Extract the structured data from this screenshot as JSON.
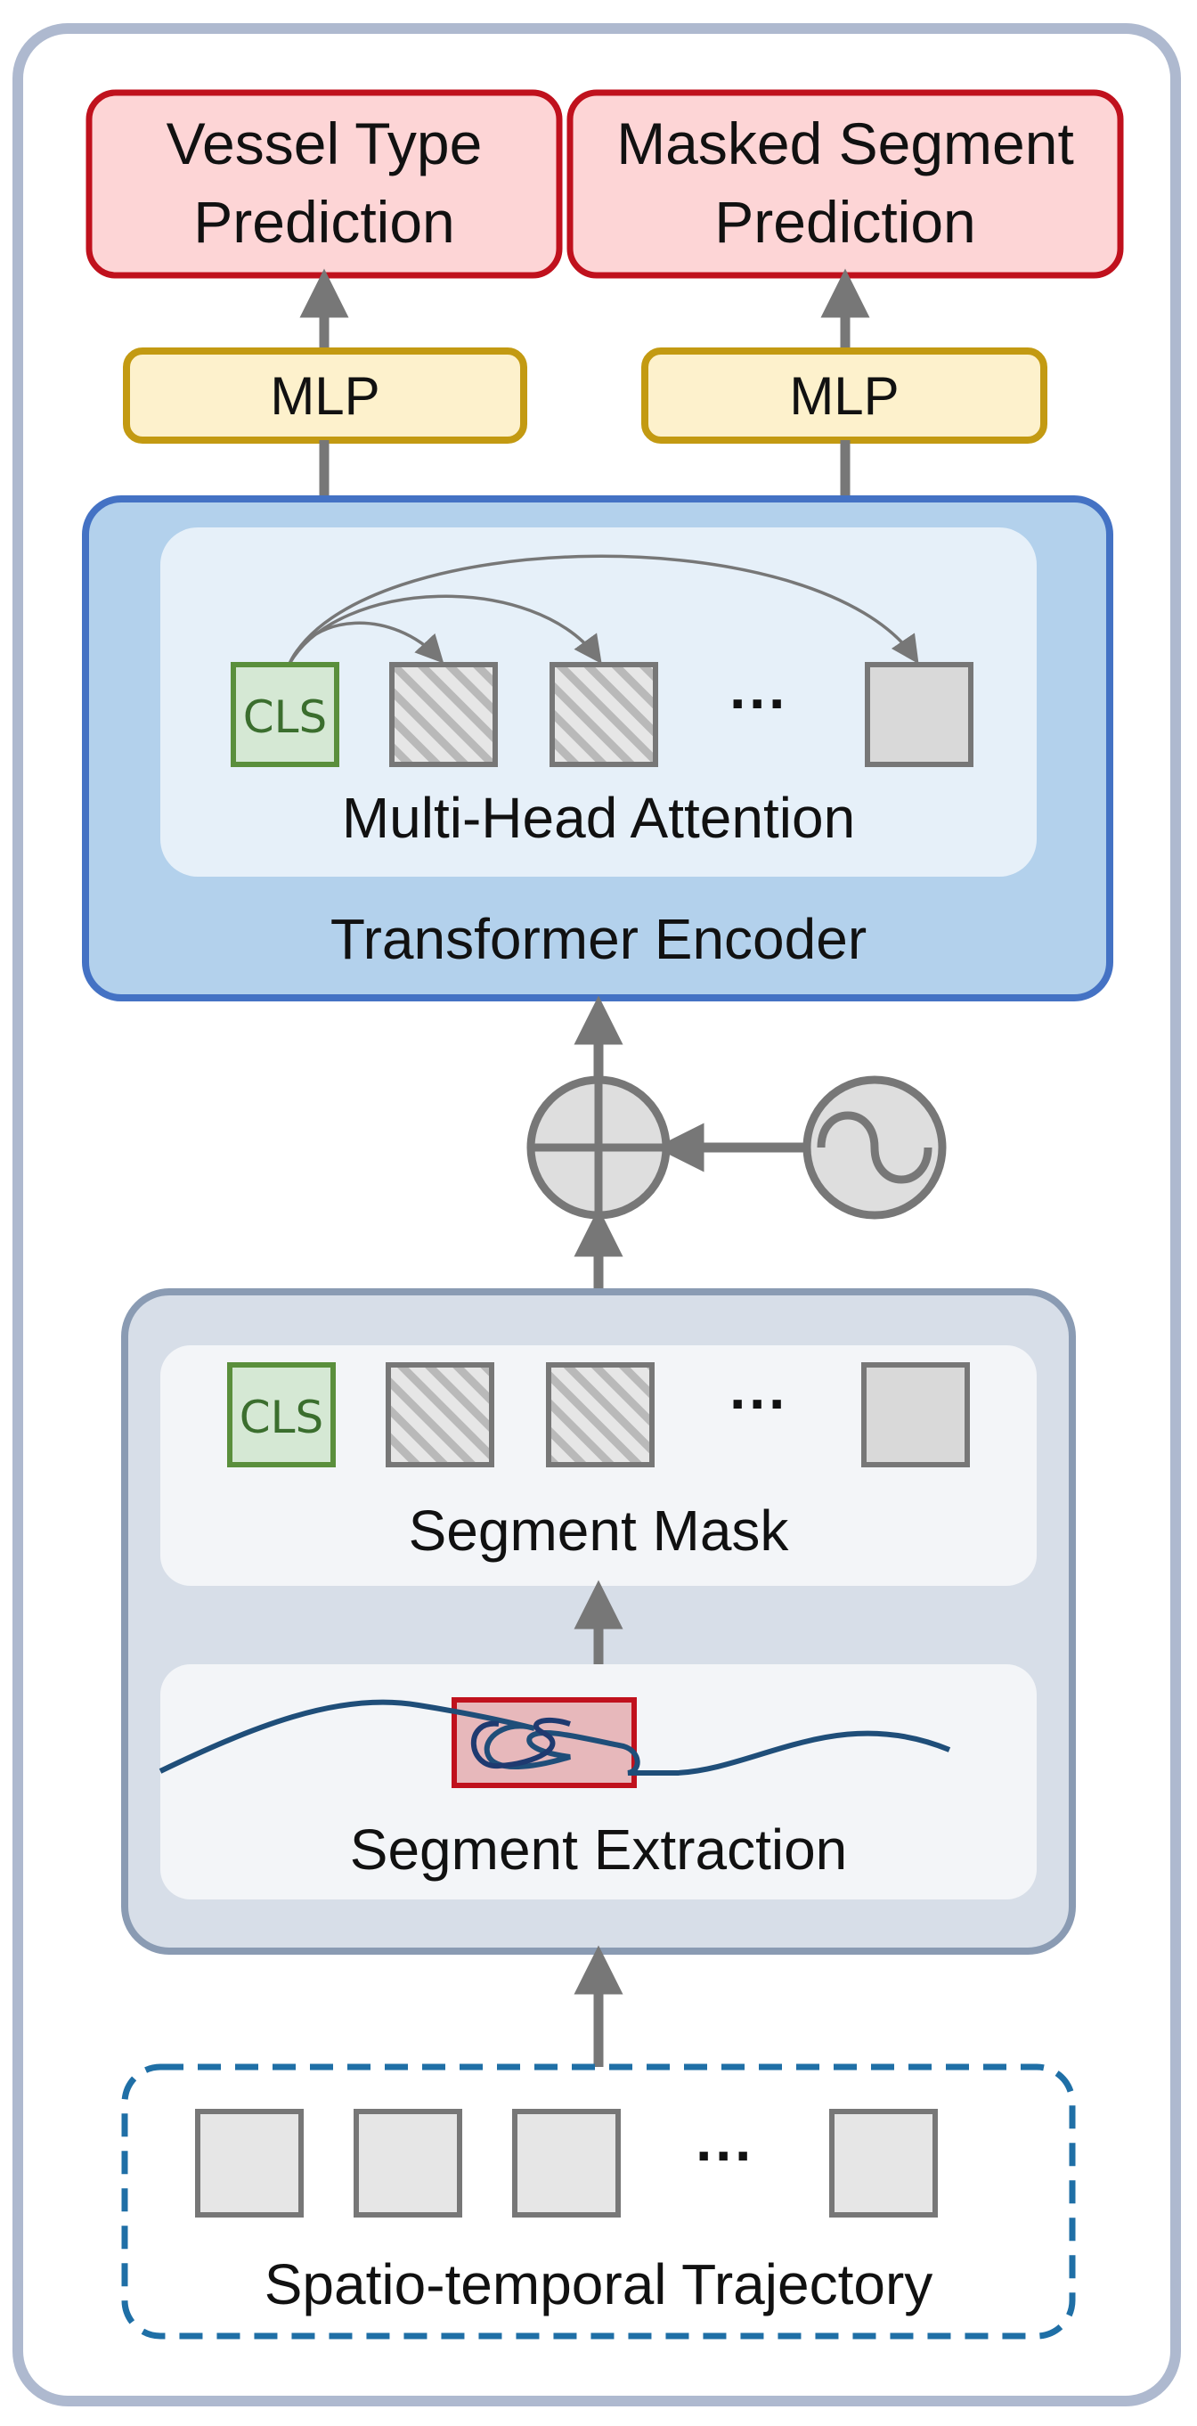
{
  "outputs": {
    "vessel_type_line1": "Vessel Type",
    "vessel_type_line2": "Prediction",
    "masked_segment_line1": "Masked Segment",
    "masked_segment_line2": "Prediction"
  },
  "heads": {
    "left_mlp": "MLP",
    "right_mlp": "MLP"
  },
  "encoder": {
    "title": "Transformer Encoder",
    "attention_label": "Multi-Head Attention",
    "cls_label": "CLS",
    "ellipsis": "···"
  },
  "masking": {
    "cls_label": "CLS",
    "ellipsis": "···",
    "segment_mask_label": "Segment Mask",
    "segment_extraction_label": "Segment Extraction"
  },
  "input": {
    "ellipsis": "···",
    "label": "Spatio-temporal Trajectory"
  },
  "colors": {
    "output_fill": "#fdd5d6",
    "output_stroke": "#c0111d",
    "mlp_fill": "#fdf1cc",
    "mlp_stroke": "#c39a12",
    "encoder_fill": "#b3d1ec",
    "encoder_stroke": "#4472c4",
    "token_cls_fill": "#d5e8d4",
    "token_cls_stroke": "#5a8f3c",
    "arrow": "#777777",
    "trajectory_line": "#1f4e79",
    "input_border": "#1f6fa6"
  }
}
